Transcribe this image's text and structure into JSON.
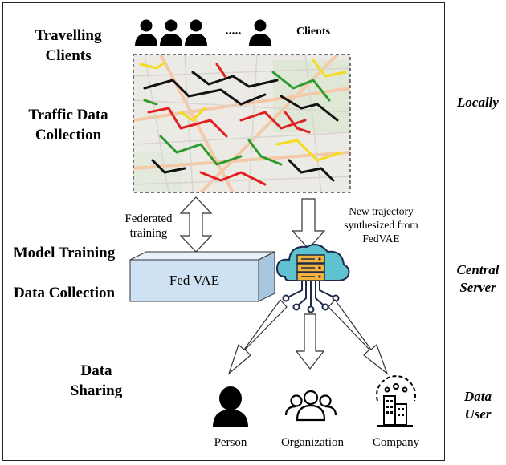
{
  "stages": {
    "travelling_clients": "Travelling Clients",
    "traffic_data_collection": "Traffic Data Collection",
    "model_training": "Model Training",
    "data_collection": "Data Collection",
    "data_sharing": "Data Sharing"
  },
  "side_labels": {
    "locally": "Locally",
    "central_server": "Central Server",
    "data_user": "Data User"
  },
  "clients": {
    "label": "Clients",
    "ellipsis": "·····"
  },
  "federated_training": "Federated training",
  "new_trajectory": "New trajectory synthesized from FedVAE",
  "model_box": "Fed VAE",
  "users": {
    "person": "Person",
    "organization": "Organization",
    "company": "Company"
  },
  "colors": {
    "fedvae_box": "#cfe2f3",
    "cloud": "#5fc3cf",
    "server_accent": "#f3b23a",
    "road_red": "#e02020",
    "road_green": "#2e9a2e",
    "road_yellow": "#f4dc1c"
  }
}
